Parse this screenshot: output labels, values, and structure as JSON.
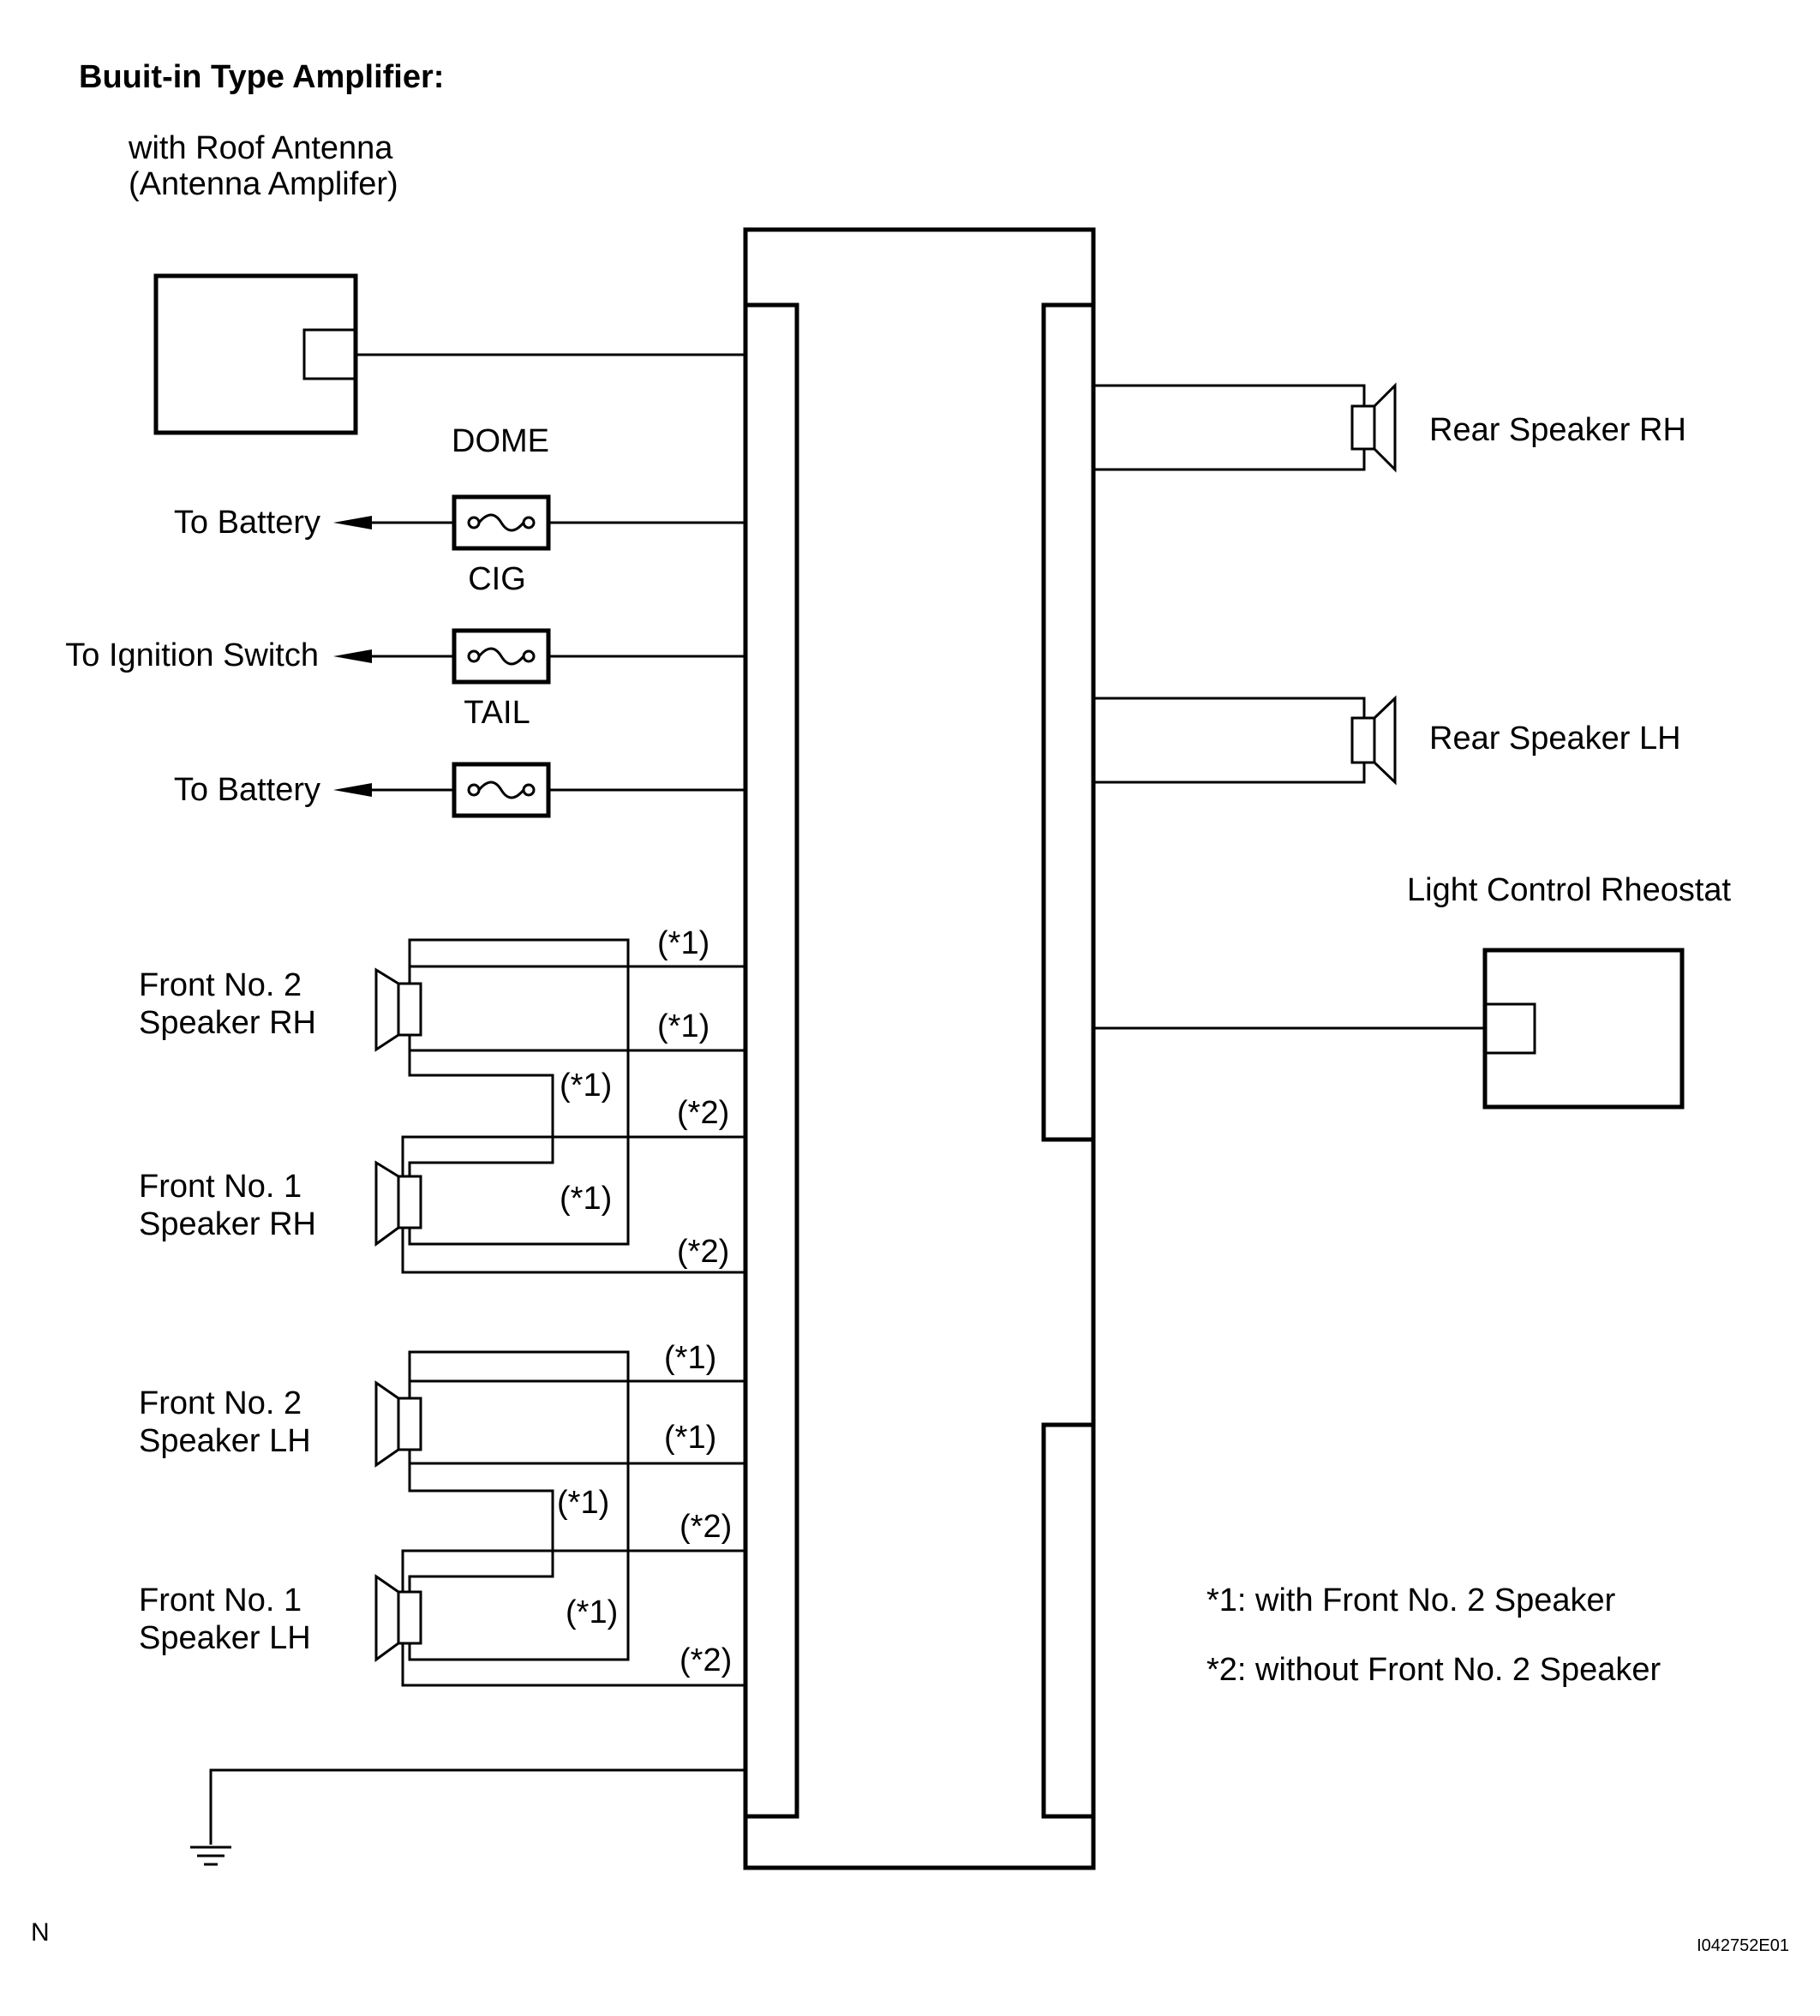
{
  "title": "Buuit-in Type Amplifier:",
  "antenna": {
    "line1": "with Roof Antenna",
    "line2": "(Antenna Amplifer)"
  },
  "fuses": {
    "dome": "DOME",
    "cig": "CIG",
    "tail": "TAIL"
  },
  "supplies": {
    "battery_1": "To Battery",
    "ignition": "To Ignition  Switch",
    "battery_2": "To Battery"
  },
  "speakers": {
    "front2_rh": [
      "Front  No. 2",
      "Speaker RH"
    ],
    "front1_rh": [
      "Front  No. 1",
      "Speaker RH"
    ],
    "front2_lh": [
      "Front  No. 2",
      "Speaker LH"
    ],
    "front1_lh": [
      "Front  No. 1",
      "Speaker LH"
    ],
    "rear_rh": "Rear Speaker RH",
    "rear_lh": "Rear Speaker LH"
  },
  "rheostat": "Light Control Rheostat",
  "markers": {
    "m1": "(*1)",
    "m2": "(*2)"
  },
  "notes": {
    "note1": "*1: with Front No. 2 Speaker",
    "note2": "*2: without Front No. 2 Speaker"
  },
  "corner_left": "N",
  "figure_id": "I042752E01"
}
